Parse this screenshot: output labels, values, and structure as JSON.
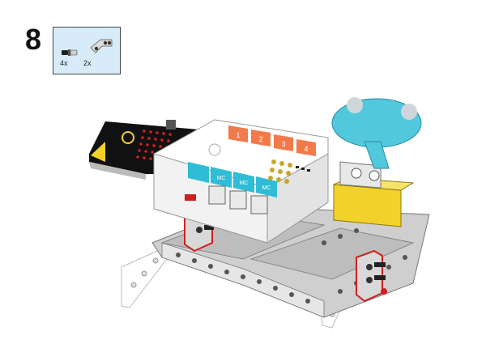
{
  "step": {
    "number": "8"
  },
  "parts": [
    {
      "icon": "connector-peg-icon",
      "quantity": "4x"
    },
    {
      "icon": "angled-beam-icon",
      "quantity": "2x"
    }
  ],
  "board": {
    "port_numbers": [
      "1",
      "2",
      "3",
      "4"
    ],
    "module_labels": [
      "MC",
      "MC",
      "MC"
    ]
  },
  "colors": {
    "port_orange": "#f27a4a",
    "module_cyan": "#2fbcd6",
    "beam_grey": "#c9c9c9",
    "accent_red": "#d02020",
    "motor_yellow": "#f2d12b",
    "sensor_blue": "#52c8dc"
  }
}
